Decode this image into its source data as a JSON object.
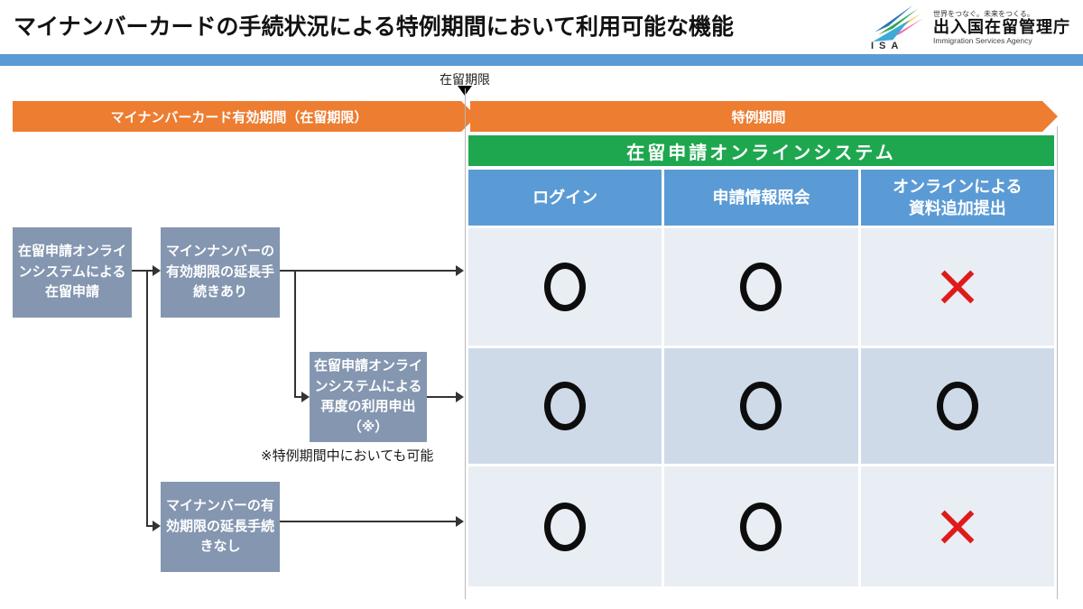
{
  "page": {
    "title": "マイナンバーカードの手続状況による特例期間において利用可能な機能"
  },
  "logo": {
    "isa": "ISA",
    "tagline": "世界をつなぐ。未来をつくる。",
    "agency_ja": "出入国在留管理庁",
    "agency_en": "Immigration Services Agency"
  },
  "timeline": {
    "deadline_label": "在留期限",
    "left_period": "マイナンバーカード有効期間（在留期限）",
    "right_period": "特例期間"
  },
  "flowchart": {
    "box_application": "在留申請オンライ\nンシステムによる\n在留申請",
    "box_extension_yes": "マインナンバーの\n有効期限の延長手\n続きあり",
    "box_reapply": "在留申請オンライ\nンシステムによる\n再度の利用申出\n（※）",
    "box_extension_no": "マイナンバーの有\n効期限の延長手続\nきなし",
    "note": "※特例期間中においても可能"
  },
  "table": {
    "system_title": "在留申請オンラインシステム",
    "columns": [
      "ログイン",
      "申請情報照会",
      "オンラインによる\n資料追加提出"
    ],
    "rows": [
      {
        "marks": [
          "circle",
          "circle",
          "cross"
        ]
      },
      {
        "marks": [
          "circle",
          "circle",
          "circle"
        ]
      },
      {
        "marks": [
          "circle",
          "circle",
          "cross"
        ]
      }
    ]
  },
  "colors": {
    "orange": "#ED7D31",
    "green": "#1FA750",
    "header_blue": "#5B9BD5",
    "strip_blue": "#5B9BD5",
    "box_gray": "#8496B0",
    "row_light": "#E9EDF4",
    "row_dark": "#CFDAE8",
    "cross_red": "#E01A1A",
    "circle_black": "#0D0D0D",
    "connector": "#333333"
  }
}
